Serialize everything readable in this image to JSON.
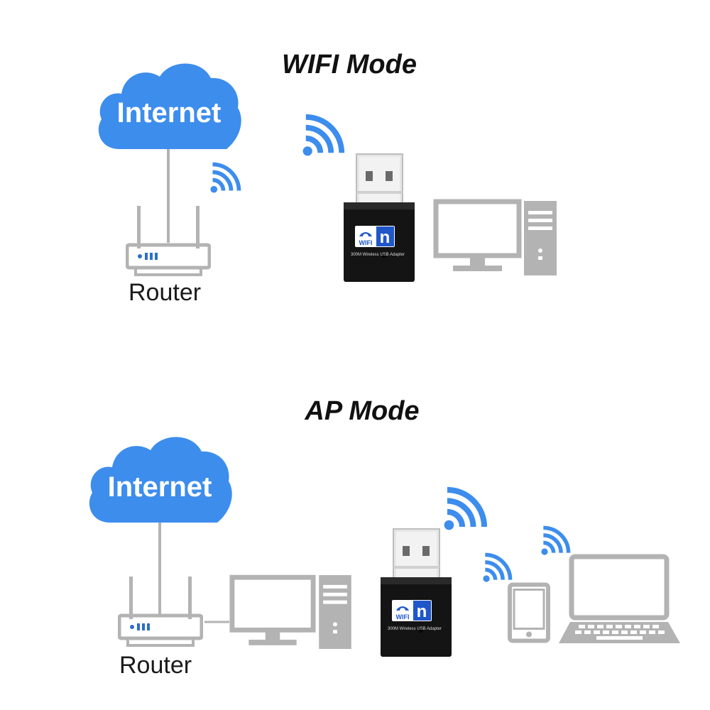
{
  "wifi_mode": {
    "title": "WIFI Mode",
    "cloud_label": "Internet",
    "router_label": "Router",
    "adapter": {
      "logo_text": "WIFI",
      "logo_letter": "n",
      "caption": "300M Wireless USB Adapter"
    }
  },
  "ap_mode": {
    "title": "AP Mode",
    "cloud_label": "Internet",
    "router_label": "Router",
    "adapter": {
      "logo_text": "WIFI",
      "logo_letter": "n",
      "caption": "300M Wireless USB Adapter"
    }
  },
  "colors": {
    "cloud": "#3d8ded",
    "wifi_signal": "#3d8ded",
    "device_gray": "#b3b3b3",
    "router_led": "#2d6fc7",
    "adapter_body": "#141414",
    "logo_blue": "#1f57c9"
  },
  "icons": [
    "cloud-icon",
    "router-icon",
    "wifi-signal-icon",
    "usb-adapter-icon",
    "monitor-icon",
    "pc-tower-icon",
    "tablet-icon",
    "laptop-icon"
  ]
}
